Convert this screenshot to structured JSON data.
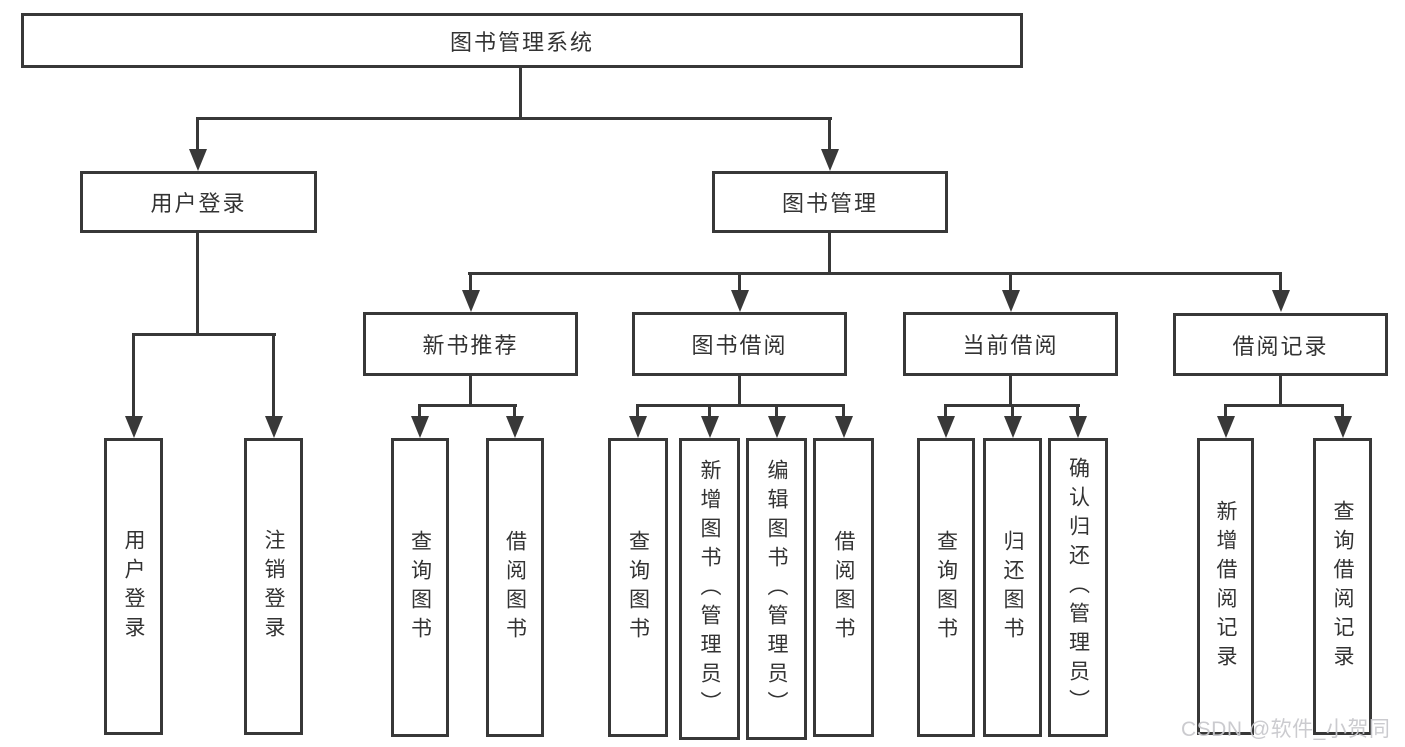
{
  "diagram": {
    "root_label": "图书管理系统",
    "level1": {
      "user_login": "用户登录",
      "book_management": "图书管理"
    },
    "level2": {
      "new_book_recommend": "新书推荐",
      "book_borrow": "图书借阅",
      "current_borrow": "当前借阅",
      "borrow_records": "借阅记录"
    },
    "leaves": {
      "user_login": [
        "用户登录",
        "注销登录"
      ],
      "new_book_recommend": [
        "查询图书",
        "借阅图书"
      ],
      "book_borrow": [
        "查询图书",
        "新增图书（管理员）",
        "编辑图书（管理员）",
        "借阅图书"
      ],
      "current_borrow": [
        "查询图书",
        "归还图书",
        "确认归还（管理员）"
      ],
      "borrow_records": [
        "新增借阅记录",
        "查询借阅记录"
      ]
    },
    "watermark": "CSDN @软件_小贺同学",
    "colors": {
      "line": "#383838",
      "box_border": "#383838",
      "text": "#333333",
      "background": "#ffffff",
      "watermark": "#c9c9cd"
    }
  }
}
